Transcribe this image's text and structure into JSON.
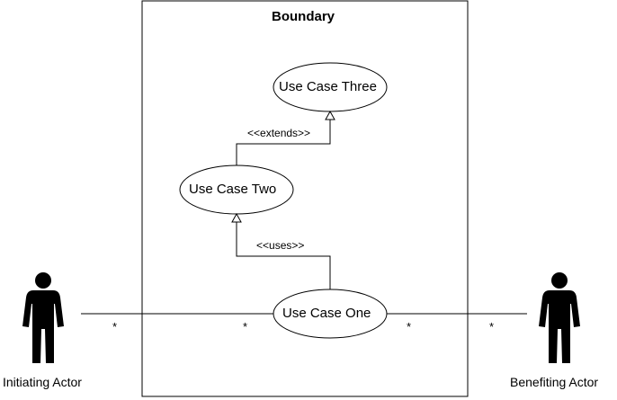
{
  "diagram": {
    "boundary_title": "Boundary",
    "use_cases": {
      "three": "Use Case Three",
      "two": "Use Case Two",
      "one": "Use Case One"
    },
    "stereotypes": {
      "extends": "<<extends>>",
      "uses": "<<uses>>"
    },
    "actors": {
      "initiating": "Initiating Actor",
      "benefiting": "Benefiting Actor"
    },
    "multiplicities": {
      "left_actor_end": "*",
      "left_usecase_end": "*",
      "right_usecase_end": "*",
      "right_actor_end": "*"
    }
  }
}
